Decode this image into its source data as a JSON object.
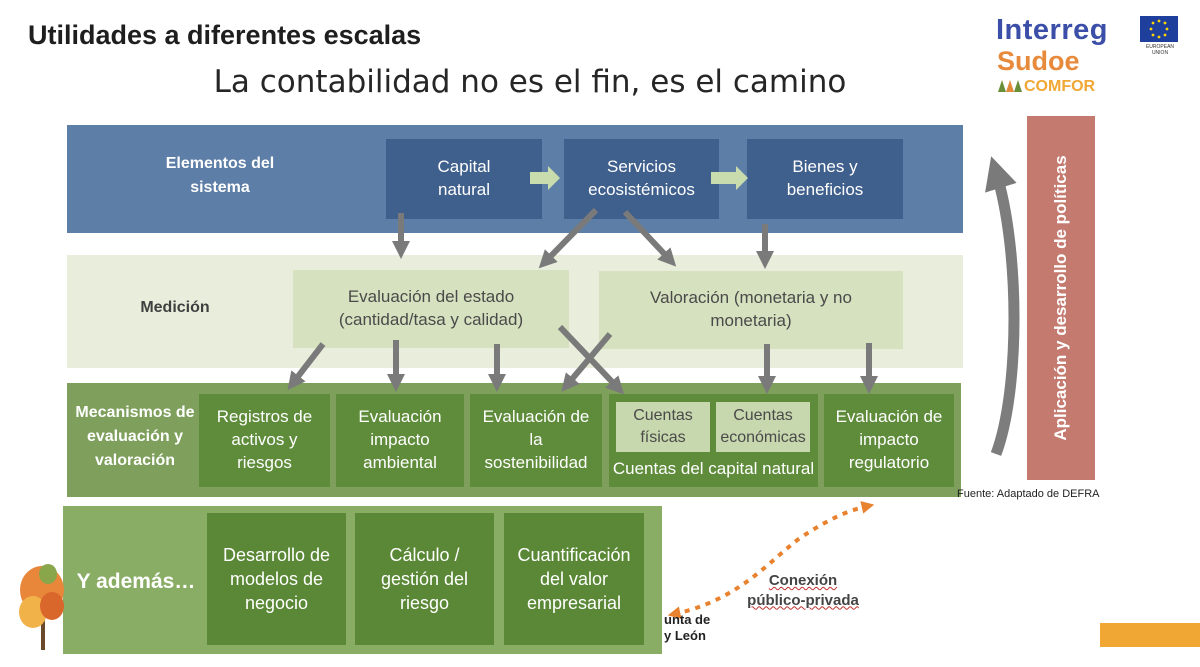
{
  "header": {
    "title": "Utilidades a diferentes escalas",
    "subtitle": "La contabilidad no es el fin, es el camino"
  },
  "logos": {
    "interreg": "Interreg",
    "sudoe": "Sudoe",
    "comfor": "COMFOR",
    "eu_caption": "EUROPEAN UNION",
    "jcyl_line1": "unta de",
    "jcyl_line2": "y León"
  },
  "rows": {
    "sistema": "Elementos del sistema",
    "medicion": "Medición",
    "mecanismos": "Mecanismos de evaluación y valoración",
    "ademas": "Y además…"
  },
  "sistema_boxes": {
    "capital": "Capital natural",
    "servicios": "Servicios ecosistémicos",
    "bienes": "Bienes y beneficios"
  },
  "medicion_boxes": {
    "estado": "Evaluación del estado (cantidad/tasa y calidad)",
    "valoracion": "Valoración (monetaria y no monetaria)"
  },
  "mecanismos_boxes": {
    "registros": "Registros de activos y riesgos",
    "impacto_ambiental": "Evaluación impacto ambiental",
    "sostenibilidad": "Evaluación de la sostenibilidad",
    "cuentas_fisicas": "Cuentas físicas",
    "cuentas_economicas": "Cuentas económicas",
    "cuentas_capital": "Cuentas del capital natural",
    "impacto_regulatorio": "Evaluación de impacto regulatorio"
  },
  "ademas_boxes": {
    "desarrollo": "Desarrollo de modelos de negocio",
    "calculo": "Cálculo / gestión del riesgo",
    "cuantificacion": "Cuantificación del valor empresarial"
  },
  "policy_label": "Aplicación y desarrollo de políticas",
  "source_note": "Fuente: Adaptado de DEFRA",
  "connection_label": "Conexión público-privada",
  "colors": {
    "band_sistema": "#5d7ea6",
    "box_blue": "#3f5f8c",
    "band_medicion": "#e8eedb",
    "box_pale": "#d6e2bf",
    "band_mecanismos": "#7ea05c",
    "box_green": "#5f8c3b",
    "policy_bar": "#c47a6f",
    "arrow_gray": "#7a7a7a",
    "arrow_green": "#c9dcae",
    "connection_orange": "#e8822e"
  }
}
